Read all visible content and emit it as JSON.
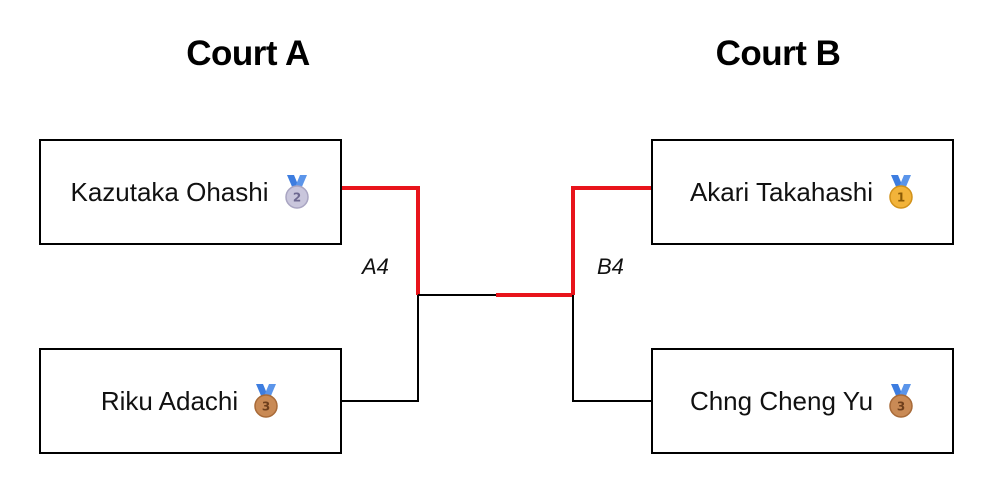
{
  "courts": [
    {
      "title": "Court A",
      "match_label": "A4"
    },
    {
      "title": "Court B",
      "match_label": "B4"
    }
  ],
  "players": {
    "a1": {
      "name": "Kazutaka Ohashi",
      "medal": "2",
      "medal_icon": "silver-medal-icon",
      "medal_color": "#c9c6dc"
    },
    "a2": {
      "name": "Riku Adachi",
      "medal": "3",
      "medal_icon": "bronze-medal-icon",
      "medal_color": "#c98a55"
    },
    "b1": {
      "name": "Akari Takahashi",
      "medal": "1",
      "medal_icon": "gold-medal-icon",
      "medal_color": "#f2b33a"
    },
    "b2": {
      "name": "Chng Cheng Yu",
      "medal": "3",
      "medal_icon": "bronze-medal-icon",
      "medal_color": "#c98a55"
    }
  },
  "colors": {
    "winner_path": "#e8141b",
    "bracket_line": "#000000",
    "ribbon": "#3d7de0"
  }
}
